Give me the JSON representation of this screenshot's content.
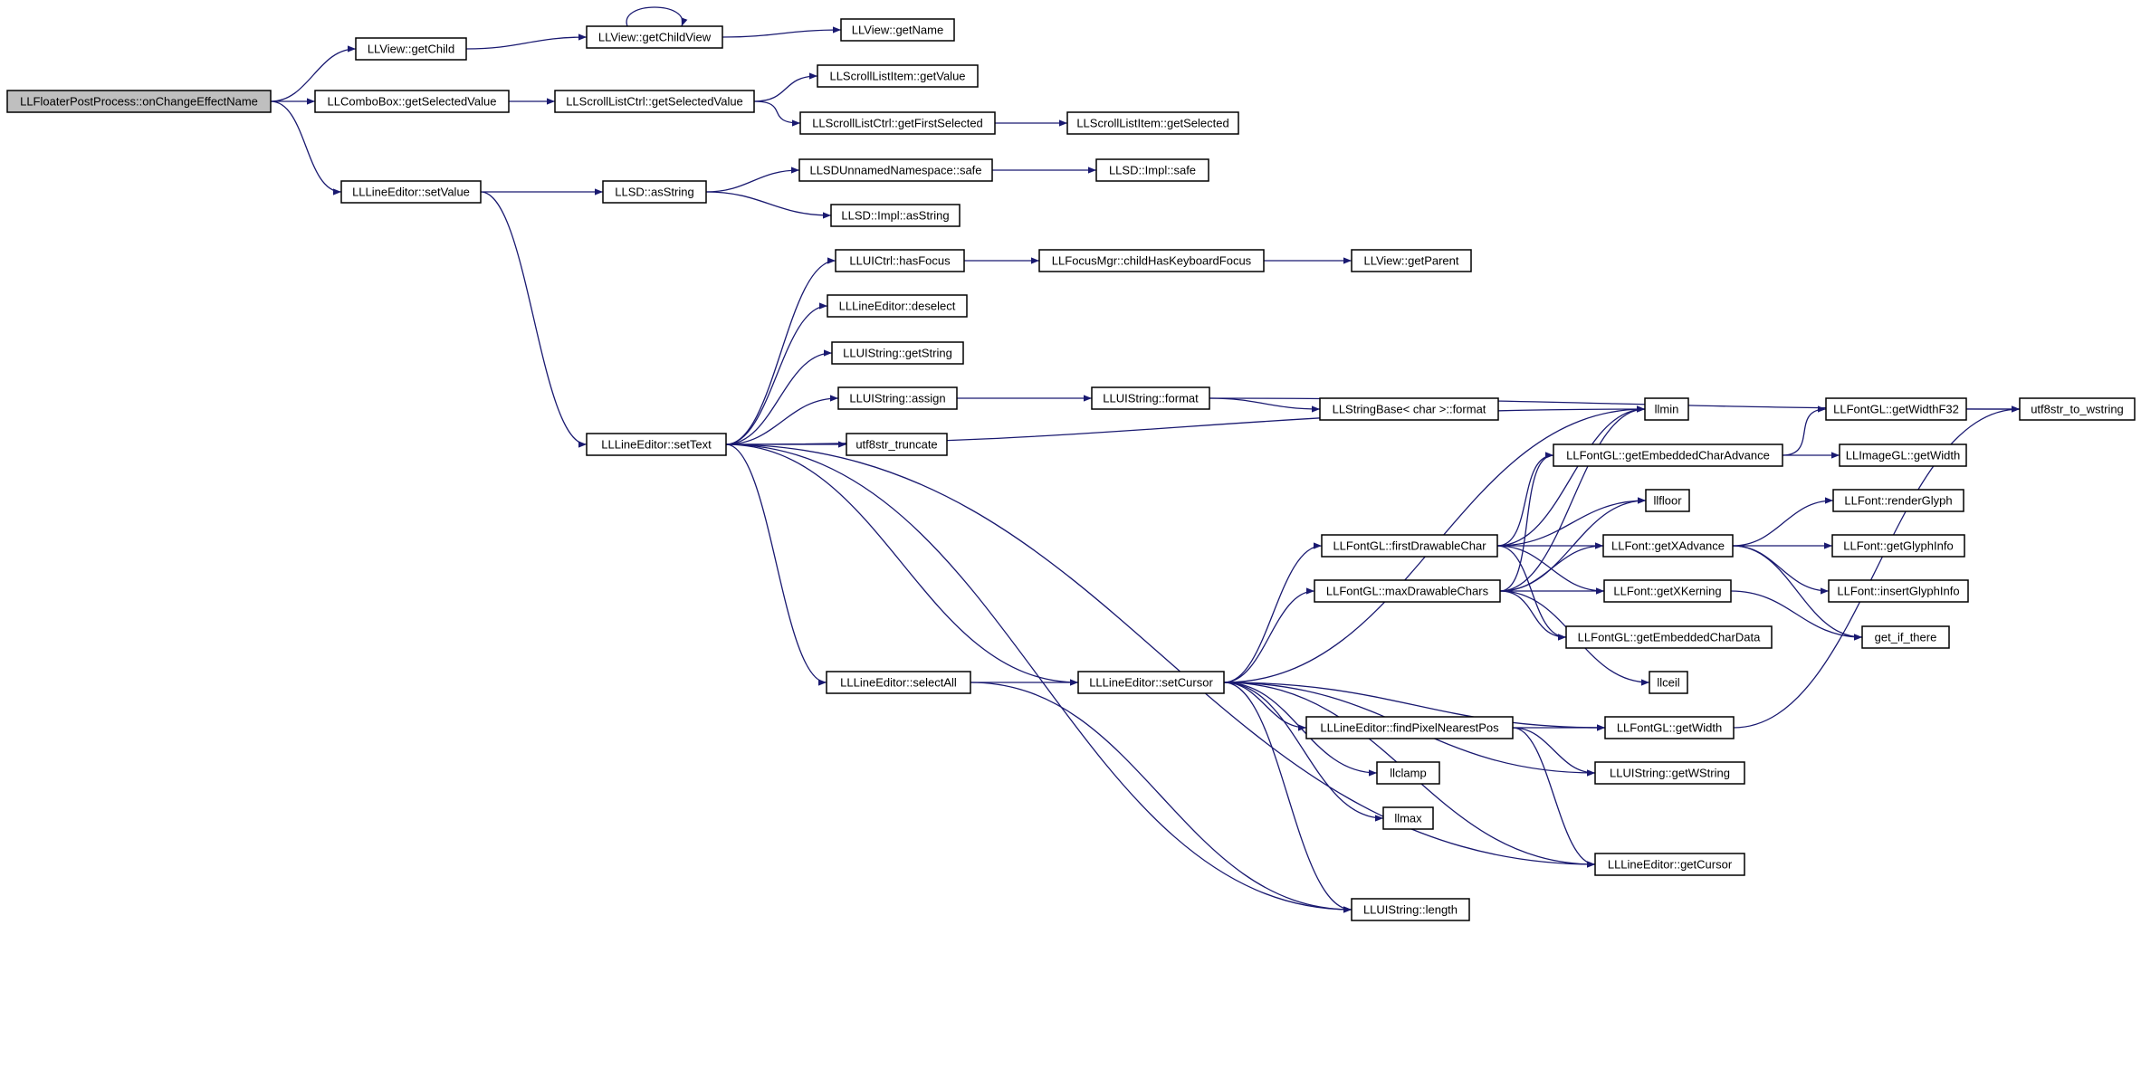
{
  "colors": {
    "edge": "#191970",
    "root_fill": "#bfbfbf",
    "node_fill": "#ffffff",
    "border": "#000000"
  },
  "nodes": [
    {
      "id": "root",
      "label": "LLFloaterPostProcess::onChangeEffectName"
    },
    {
      "id": "getChild",
      "label": "LLView::getChild"
    },
    {
      "id": "getChildView",
      "label": "LLView::getChildView"
    },
    {
      "id": "getName",
      "label": "LLView::getName"
    },
    {
      "id": "cbGetSelectedValue",
      "label": "LLComboBox::getSelectedValue"
    },
    {
      "id": "slcGetSelectedValue",
      "label": "LLScrollListCtrl::getSelectedValue"
    },
    {
      "id": "sliGetValue",
      "label": "LLScrollListItem::getValue"
    },
    {
      "id": "getFirstSelected",
      "label": "LLScrollListCtrl::getFirstSelected"
    },
    {
      "id": "getSelected",
      "label": "LLScrollListItem::getSelected"
    },
    {
      "id": "leSetValue",
      "label": "LLLineEditor::setValue"
    },
    {
      "id": "asString",
      "label": "LLSD::asString"
    },
    {
      "id": "unnamedSafe",
      "label": "LLSDUnnamedNamespace::safe"
    },
    {
      "id": "implSafe",
      "label": "LLSD::Impl::safe"
    },
    {
      "id": "implAsString",
      "label": "LLSD::Impl::asString"
    },
    {
      "id": "hasFocus",
      "label": "LLUICtrl::hasFocus"
    },
    {
      "id": "childHasKF",
      "label": "LLFocusMgr::childHasKeyboardFocus"
    },
    {
      "id": "getParent",
      "label": "LLView::getParent"
    },
    {
      "id": "deselect",
      "label": "LLLineEditor::deselect"
    },
    {
      "id": "uiGetString",
      "label": "LLUIString::getString"
    },
    {
      "id": "uiAssign",
      "label": "LLUIString::assign"
    },
    {
      "id": "uiFormat",
      "label": "LLUIString::format"
    },
    {
      "id": "sbFormat",
      "label": "LLStringBase< char >::format"
    },
    {
      "id": "utf8ToW",
      "label": "utf8str_to_wstring"
    },
    {
      "id": "setText",
      "label": "LLLineEditor::setText"
    },
    {
      "id": "truncate",
      "label": "utf8str_truncate"
    },
    {
      "id": "llmin",
      "label": "llmin"
    },
    {
      "id": "getWidthF32",
      "label": "LLFontGL::getWidthF32"
    },
    {
      "id": "embAdvance",
      "label": "LLFontGL::getEmbeddedCharAdvance"
    },
    {
      "id": "imgGetWidth",
      "label": "LLImageGL::getWidth"
    },
    {
      "id": "llfloor",
      "label": "llfloor"
    },
    {
      "id": "renderGlyph",
      "label": "LLFont::renderGlyph"
    },
    {
      "id": "firstDrawable",
      "label": "LLFontGL::firstDrawableChar"
    },
    {
      "id": "getXAdvance",
      "label": "LLFont::getXAdvance"
    },
    {
      "id": "getGlyphInfo",
      "label": "LLFont::getGlyphInfo"
    },
    {
      "id": "maxDrawable",
      "label": "LLFontGL::maxDrawableChars"
    },
    {
      "id": "getXKerning",
      "label": "LLFont::getXKerning"
    },
    {
      "id": "insertGlyphInfo",
      "label": "LLFont::insertGlyphInfo"
    },
    {
      "id": "embData",
      "label": "LLFontGL::getEmbeddedCharData"
    },
    {
      "id": "getIfThere",
      "label": "get_if_there"
    },
    {
      "id": "llceil",
      "label": "llceil"
    },
    {
      "id": "selectAll",
      "label": "LLLineEditor::selectAll"
    },
    {
      "id": "setCursor",
      "label": "LLLineEditor::setCursor"
    },
    {
      "id": "findPixel",
      "label": "LLLineEditor::findPixelNearestPos"
    },
    {
      "id": "fontGetWidth",
      "label": "LLFontGL::getWidth"
    },
    {
      "id": "getWString",
      "label": "LLUIString::getWString"
    },
    {
      "id": "llclamp",
      "label": "llclamp"
    },
    {
      "id": "llmax",
      "label": "llmax"
    },
    {
      "id": "getCursor",
      "label": "LLLineEditor::getCursor"
    },
    {
      "id": "uiLength",
      "label": "LLUIString::length"
    }
  ],
  "edges": [
    [
      "root",
      "getChild"
    ],
    [
      "root",
      "cbGetSelectedValue"
    ],
    [
      "root",
      "leSetValue"
    ],
    [
      "getChild",
      "getChildView"
    ],
    [
      "getChildView",
      "getChildView"
    ],
    [
      "getChildView",
      "getName"
    ],
    [
      "cbGetSelectedValue",
      "slcGetSelectedValue"
    ],
    [
      "slcGetSelectedValue",
      "sliGetValue"
    ],
    [
      "slcGetSelectedValue",
      "getFirstSelected"
    ],
    [
      "getFirstSelected",
      "getSelected"
    ],
    [
      "leSetValue",
      "asString"
    ],
    [
      "leSetValue",
      "setText"
    ],
    [
      "asString",
      "unnamedSafe"
    ],
    [
      "asString",
      "implAsString"
    ],
    [
      "unnamedSafe",
      "implSafe"
    ],
    [
      "setText",
      "hasFocus"
    ],
    [
      "setText",
      "deselect"
    ],
    [
      "setText",
      "uiGetString"
    ],
    [
      "setText",
      "uiAssign"
    ],
    [
      "setText",
      "truncate"
    ],
    [
      "setText",
      "llmin"
    ],
    [
      "setText",
      "selectAll"
    ],
    [
      "setText",
      "setCursor"
    ],
    [
      "setText",
      "uiLength"
    ],
    [
      "setText",
      "getCursor"
    ],
    [
      "hasFocus",
      "childHasKF"
    ],
    [
      "childHasKF",
      "getParent"
    ],
    [
      "uiAssign",
      "uiFormat"
    ],
    [
      "uiFormat",
      "sbFormat"
    ],
    [
      "uiFormat",
      "utf8ToW"
    ],
    [
      "selectAll",
      "setCursor"
    ],
    [
      "selectAll",
      "uiLength"
    ],
    [
      "setCursor",
      "firstDrawable"
    ],
    [
      "setCursor",
      "maxDrawable"
    ],
    [
      "setCursor",
      "findPixel"
    ],
    [
      "setCursor",
      "fontGetWidth"
    ],
    [
      "setCursor",
      "getWString"
    ],
    [
      "setCursor",
      "llclamp"
    ],
    [
      "setCursor",
      "llmax"
    ],
    [
      "setCursor",
      "getCursor"
    ],
    [
      "setCursor",
      "uiLength"
    ],
    [
      "setCursor",
      "llmin"
    ],
    [
      "firstDrawable",
      "llmin"
    ],
    [
      "firstDrawable",
      "embAdvance"
    ],
    [
      "firstDrawable",
      "llfloor"
    ],
    [
      "firstDrawable",
      "getXAdvance"
    ],
    [
      "firstDrawable",
      "getXKerning"
    ],
    [
      "firstDrawable",
      "embData"
    ],
    [
      "maxDrawable",
      "llmin"
    ],
    [
      "maxDrawable",
      "embAdvance"
    ],
    [
      "maxDrawable",
      "llfloor"
    ],
    [
      "maxDrawable",
      "getXAdvance"
    ],
    [
      "maxDrawable",
      "getXKerning"
    ],
    [
      "maxDrawable",
      "embData"
    ],
    [
      "maxDrawable",
      "llceil"
    ],
    [
      "embAdvance",
      "getWidthF32"
    ],
    [
      "embAdvance",
      "imgGetWidth"
    ],
    [
      "getWidthF32",
      "utf8ToW"
    ],
    [
      "getXAdvance",
      "renderGlyph"
    ],
    [
      "getXAdvance",
      "getGlyphInfo"
    ],
    [
      "getXAdvance",
      "insertGlyphInfo"
    ],
    [
      "getXAdvance",
      "getIfThere"
    ],
    [
      "getXKerning",
      "getIfThere"
    ],
    [
      "findPixel",
      "fontGetWidth"
    ],
    [
      "findPixel",
      "getWString"
    ],
    [
      "findPixel",
      "getCursor"
    ],
    [
      "fontGetWidth",
      "utf8ToW"
    ]
  ]
}
